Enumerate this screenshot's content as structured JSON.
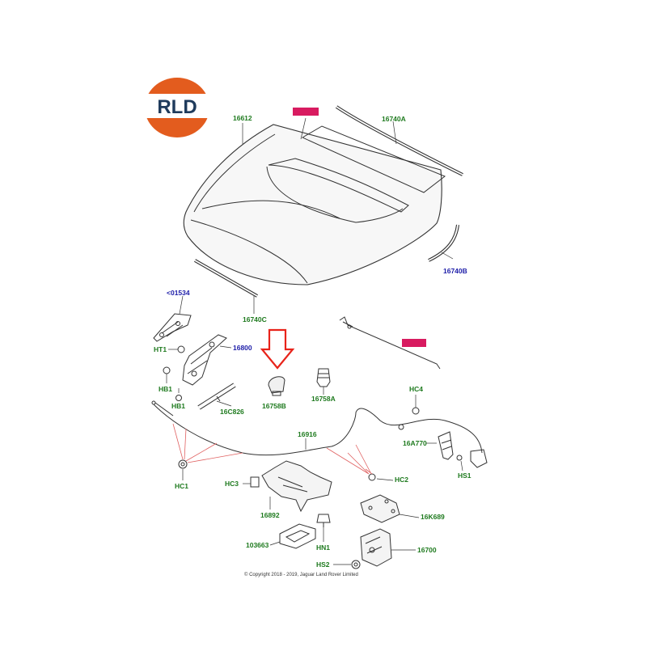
{
  "logo": {
    "text": "RLD",
    "colors": {
      "ring": "#e35c1e",
      "text": "#1f3b5c"
    }
  },
  "highlight_color": "#d81b60",
  "arrow_color": "#e8231a",
  "labels": {
    "l16612": "16612",
    "l16740A": "16740A",
    "l16740B": "16740B",
    "l16740C": "16740C",
    "l01534": "<01534",
    "lHT1": "HT1",
    "l16800": "16800",
    "lHB1a": "HB1",
    "lHB1b": "HB1",
    "l16C826": "16C826",
    "l16758B": "16758B",
    "l16758A": "16758A",
    "lHC4": "HC4",
    "l16916": "16916",
    "l16A770": "16A770",
    "lHS1": "HS1",
    "lHC1": "HC1",
    "lHC3": "HC3",
    "lHC2": "HC2",
    "l16K689": "16K689",
    "l16892": "16892",
    "l103663": "103663",
    "lHN1": "HN1",
    "l16700": "16700",
    "lHS2": "HS2"
  },
  "copyright": "© Copyright 2018 - 2019, Jaguar Land Rover Limited"
}
